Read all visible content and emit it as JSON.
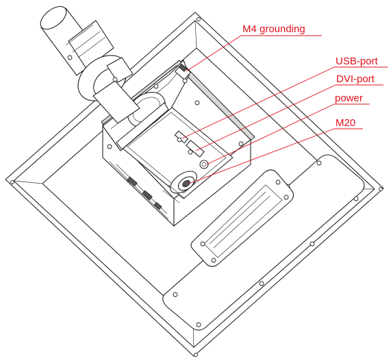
{
  "diagram": {
    "callouts": [
      {
        "id": "m4-grounding",
        "label": "M4 grounding"
      },
      {
        "id": "usb-port",
        "label": "USB-port"
      },
      {
        "id": "dvi-port",
        "label": "DVI-port"
      },
      {
        "id": "power",
        "label": "power"
      },
      {
        "id": "m20",
        "label": "M20"
      }
    ],
    "colors": {
      "callout": "#e0101a",
      "line": "#222222",
      "background": "#ffffff"
    }
  }
}
